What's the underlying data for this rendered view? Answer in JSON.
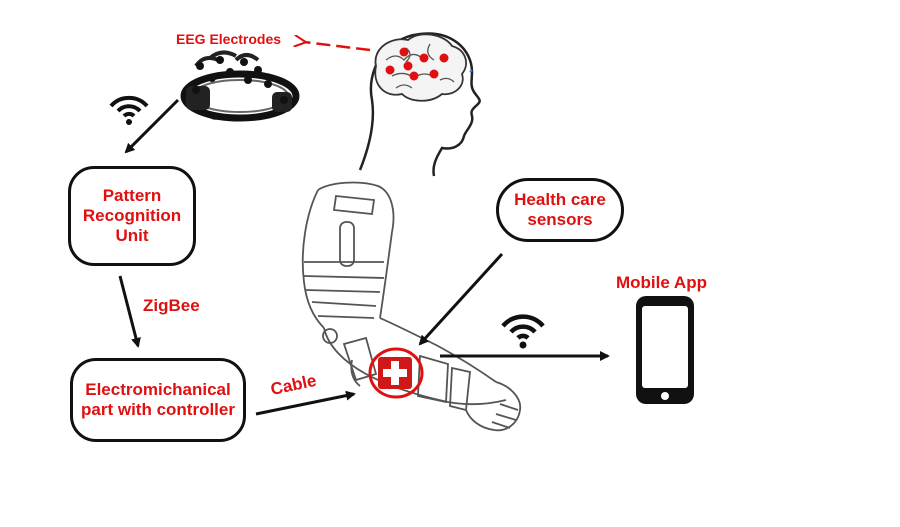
{
  "diagram": {
    "eeg_label": "EEG Electrodes",
    "pattern_unit": "Pattern Recognition Unit",
    "zigbee_label": "ZigBee",
    "electro_part": "Electromichanical part with controller",
    "cable_label": "Cable",
    "health_sensors": "Health care sensors",
    "mobile_app": "Mobile App"
  },
  "colors": {
    "accent_red": "#e01010",
    "line_black": "#111111",
    "outline_gray": "#555555"
  },
  "icons": [
    "wifi-icon",
    "eeg-headset-icon",
    "brain-head-icon",
    "prosthetic-arm-icon",
    "medical-cross-icon",
    "smartphone-icon"
  ]
}
